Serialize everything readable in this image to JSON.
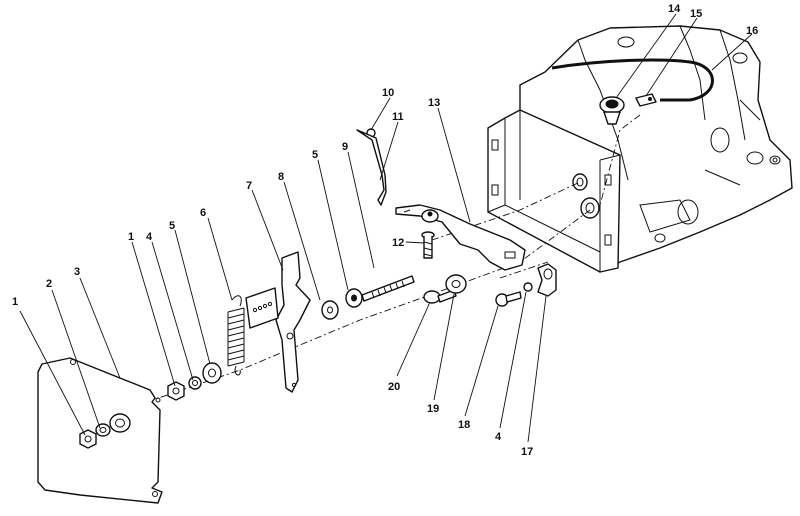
{
  "callouts": [
    {
      "id": "c1",
      "label": "1"
    },
    {
      "id": "c2",
      "label": "2"
    },
    {
      "id": "c3",
      "label": "3"
    },
    {
      "id": "c1b",
      "label": "1"
    },
    {
      "id": "c4a",
      "label": "4"
    },
    {
      "id": "c5a",
      "label": "5"
    },
    {
      "id": "c6",
      "label": "6"
    },
    {
      "id": "c7",
      "label": "7"
    },
    {
      "id": "c8",
      "label": "8"
    },
    {
      "id": "c5b",
      "label": "5"
    },
    {
      "id": "c9",
      "label": "9"
    },
    {
      "id": "c10",
      "label": "10"
    },
    {
      "id": "c11",
      "label": "11"
    },
    {
      "id": "c12",
      "label": "12"
    },
    {
      "id": "c13",
      "label": "13"
    },
    {
      "id": "c14",
      "label": "14"
    },
    {
      "id": "c15",
      "label": "15"
    },
    {
      "id": "c16",
      "label": "16"
    },
    {
      "id": "c17",
      "label": "17"
    },
    {
      "id": "c4b",
      "label": "4"
    },
    {
      "id": "c18",
      "label": "18"
    },
    {
      "id": "c19",
      "label": "19"
    },
    {
      "id": "c20",
      "label": "20"
    }
  ]
}
